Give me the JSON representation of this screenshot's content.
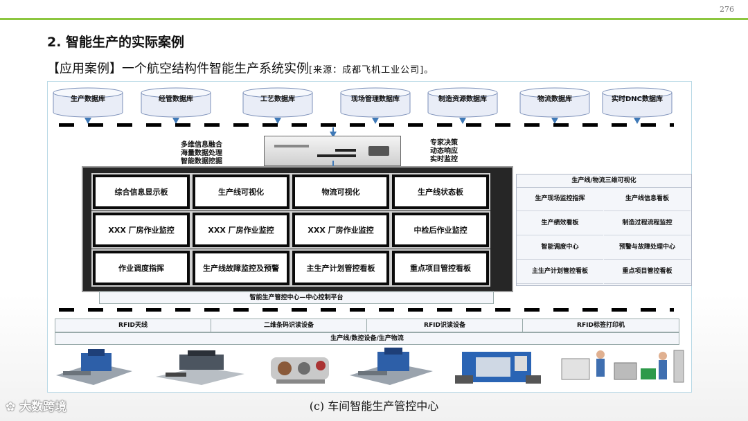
{
  "slide": {
    "page_number": "276",
    "title": "2. 智能生产的实际案例",
    "subtitle_main": "【应用案例】一个航空结构件智能生产系统实例",
    "subtitle_source": "[来源：成都飞机工业公司]。",
    "caption": "(c) 车间智能生产管控中心",
    "logo_text": "大数跨境"
  },
  "databases": [
    "生产数据库",
    "经管数据库",
    "工艺数据库",
    "现场管理数据库",
    "制造资源数据库",
    "物流数据库",
    "实时DNC数据库"
  ],
  "server_left_text": [
    "多维信息融合",
    "海量数据处理",
    "智能数据挖掘"
  ],
  "server_right_text": [
    "专家决策",
    "动态响应",
    "实时监控"
  ],
  "screens": [
    [
      "综合信息显示板",
      "生产线可视化",
      "物流可视化",
      "生产线状态板"
    ],
    [
      "XXX 厂房作业监控",
      "XXX 厂房作业监控",
      "XXX 厂房作业监控",
      "中检后作业监控"
    ],
    [
      "作业调度指挥",
      "生产线故障监控及预警",
      "主生产计划管控看板",
      "重点项目管控看板"
    ]
  ],
  "control_platform": "智能生产管控中心—中心控制平台",
  "right_panel": {
    "header": "生产线/物流三维可视化",
    "cells": [
      "生产现场监控指挥",
      "生产线信息看板",
      "生产绩效看板",
      "制造过程流程监控",
      "智能调度中心",
      "预警与故障处理中心",
      "主生产计划管控看板",
      "重点项目管控看板"
    ]
  },
  "devices": [
    "RFID天线",
    "二维条码识读设备",
    "RFID识读设备",
    "RFID标签打印机"
  ],
  "production_line": "生产线/数控设备/生产物流",
  "colors": {
    "accent_bar": "#8cc63f",
    "arrow": "#3f79b7"
  },
  "machine_icons": [
    "milling-machine",
    "gantry-machine",
    "engine-assembly",
    "milling-machine",
    "cnc-machine",
    "logistics-workers"
  ]
}
